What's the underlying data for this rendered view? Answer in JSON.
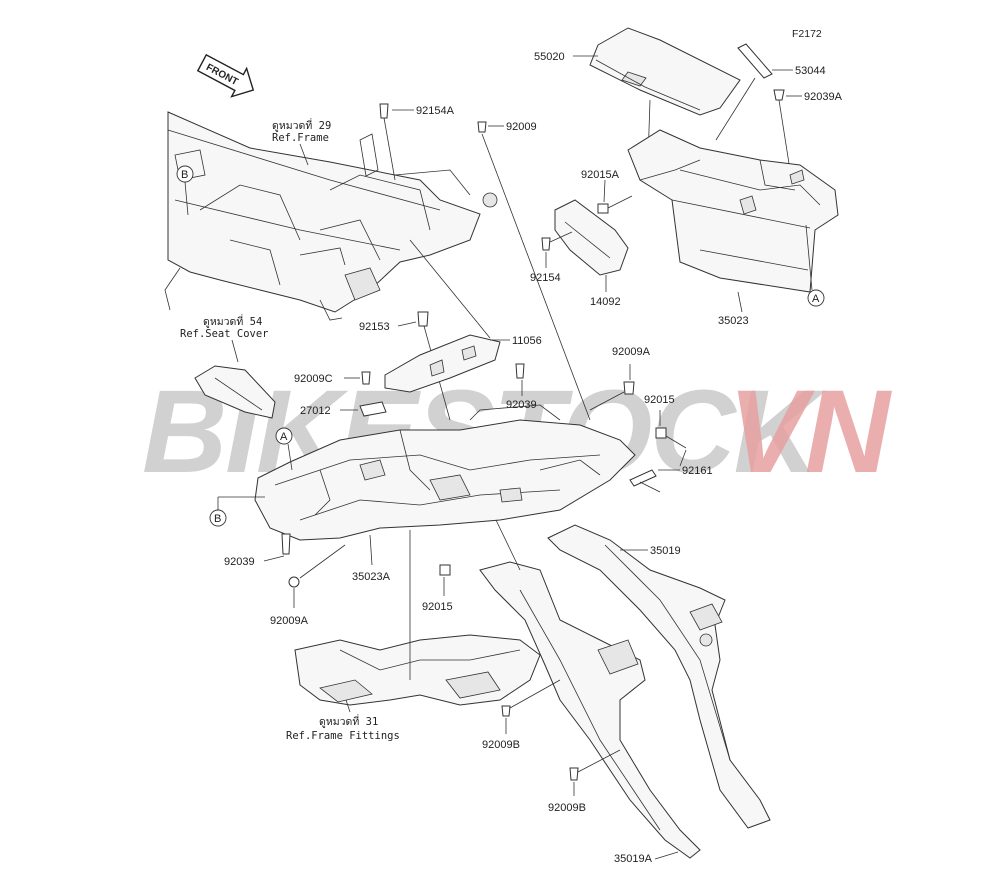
{
  "figure_id": "F2172",
  "watermark": {
    "part1": "BIKESTOCK",
    "part2": "VN",
    "color1": "#c9c9c9",
    "color2": "#e8a0a0"
  },
  "front_arrow": "FRONT",
  "references": {
    "frame": {
      "th": "ดูหมวดที่ 29",
      "en": "Ref.Frame"
    },
    "seat_cover": {
      "th": "ดูหมวดที่ 54",
      "en": "Ref.Seat Cover"
    },
    "frame_fittings": {
      "th": "ดูหมวดที่ 31",
      "en": "Ref.Frame Fittings"
    }
  },
  "callouts": {
    "A": "A",
    "B": "B"
  },
  "parts": {
    "p55020": "55020",
    "p53044": "53044",
    "p92039A": "92039A",
    "p92154A": "92154A",
    "p92009": "92009",
    "p92015A": "92015A",
    "p92154": "92154",
    "p14092": "14092",
    "p35023": "35023",
    "p92153": "92153",
    "p11056": "11056",
    "p92009C": "92009C",
    "p27012": "27012",
    "p92039_mid": "92039",
    "p92009A_top": "92009A",
    "p92015_right": "92015",
    "p92161": "92161",
    "p92039_left": "92039",
    "p35023A": "35023A",
    "p35019": "35019",
    "p92015_mid": "92015",
    "p92009A_bottom": "92009A",
    "p92009B_1": "92009B",
    "p92009B_2": "92009B",
    "p35019A": "35019A"
  }
}
